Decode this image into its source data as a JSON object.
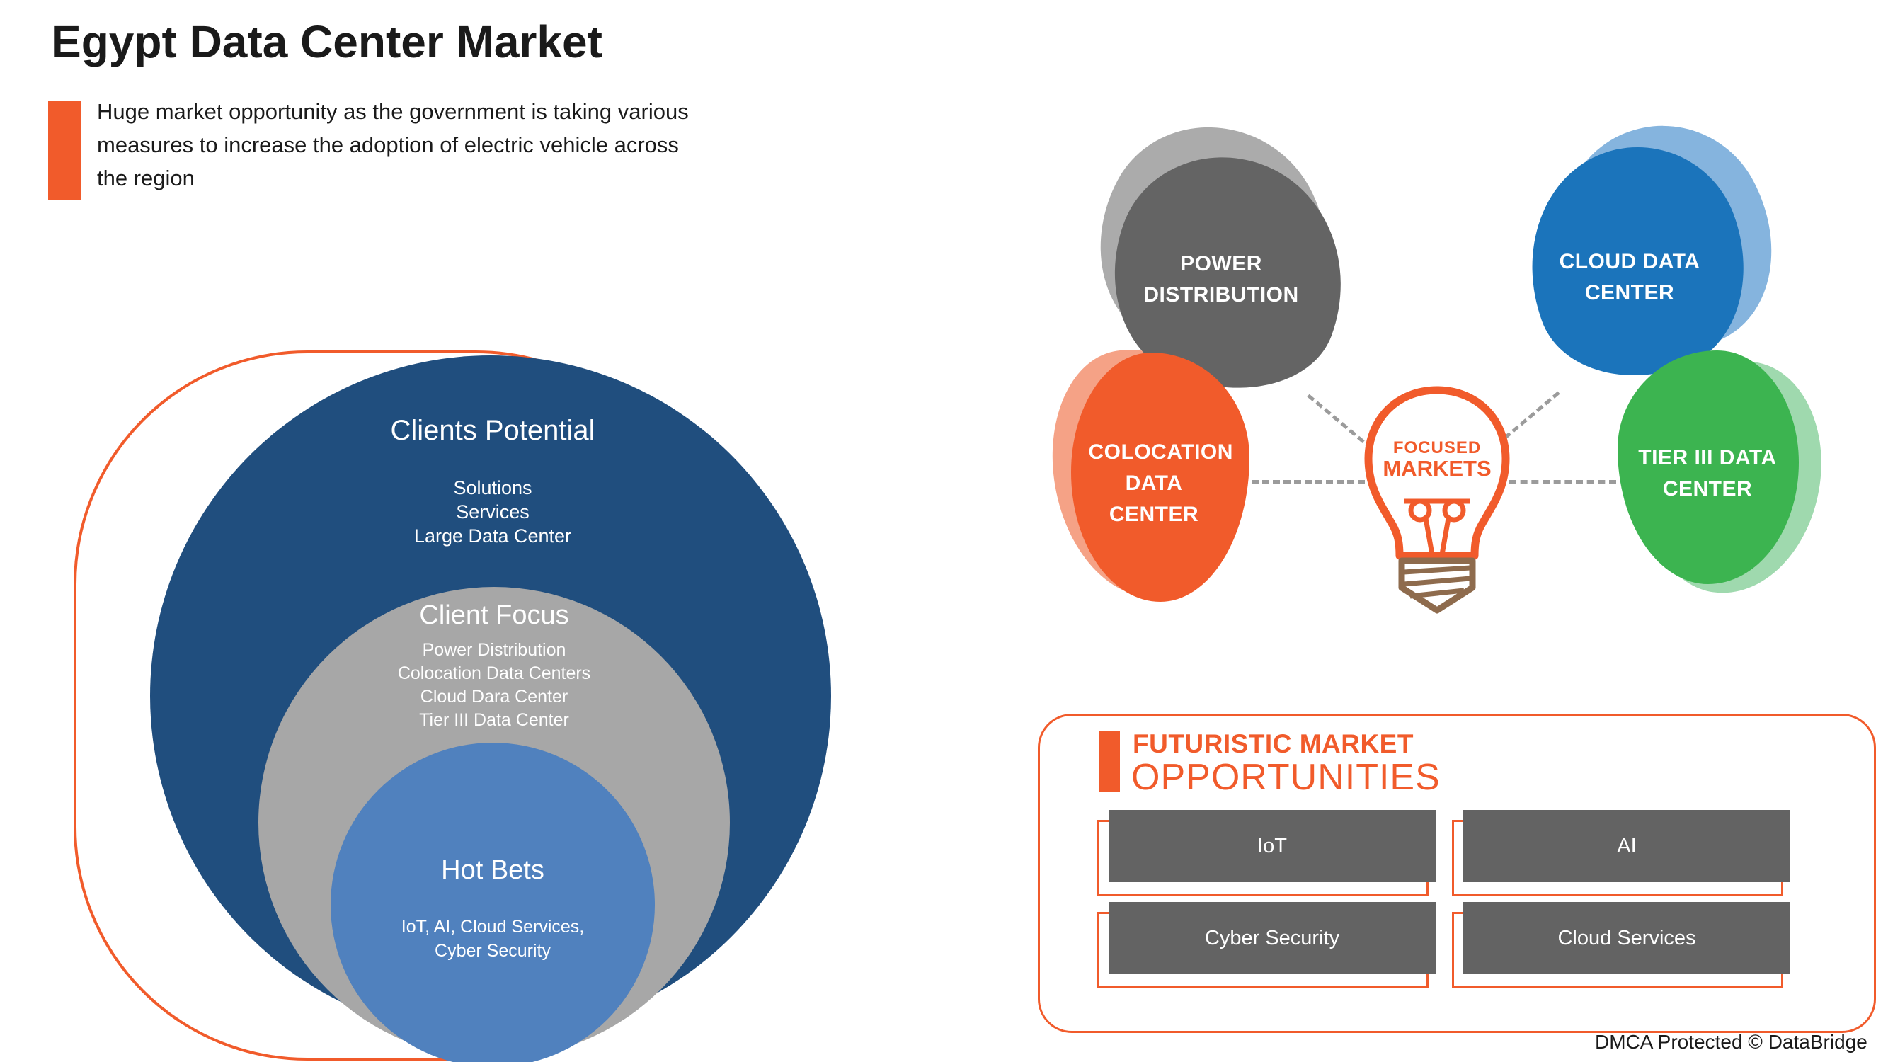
{
  "header": {
    "title": "Egypt Data Center Market",
    "subtitle_lines": [
      "Huge market opportunity as the government is taking various",
      "measures to increase the adoption of electric vehicle across",
      "the region"
    ]
  },
  "funnel": {
    "outer_title": "Clients Potential",
    "outer_items": [
      "Solutions",
      "Services",
      "Large Data Center"
    ],
    "middle_title": "Client Focus",
    "middle_items": [
      "Power Distribution",
      "Colocation Data Centers",
      "Cloud Dara Center",
      "Tier III Data Center"
    ],
    "inner_title": "Hot Bets",
    "inner_items": [
      "IoT, AI, Cloud Services,",
      "Cyber Security"
    ]
  },
  "focused": {
    "hub_line1": "FOCUSED",
    "hub_line2": "MARKETS",
    "power": "POWER DISTRIBUTION",
    "cloud": "CLOUD DATA CENTER",
    "colocation": "COLOCATION DATA CENTER",
    "tier": "TIER III DATA CENTER"
  },
  "opportunities": {
    "title_line1": "FUTURISTIC MARKET",
    "title_line2": "OPPORTUNITIES",
    "items": [
      "IoT",
      "AI",
      "Cyber Security",
      "Cloud Services"
    ]
  },
  "footer": {
    "dmca": "DMCA Protected © DataBridge"
  },
  "colors": {
    "accent_orange": "#F15B2B",
    "navy_circle": "#204E7E",
    "gray_circle": "#A7A7A7",
    "steel_blue_circle": "#5081BE",
    "slate_blob": "#646464",
    "blue_blob": "#1B74BB",
    "green_blob": "#3CB450",
    "bulb_base_brown": "#8E6B4D",
    "button_gray": "#636363"
  }
}
